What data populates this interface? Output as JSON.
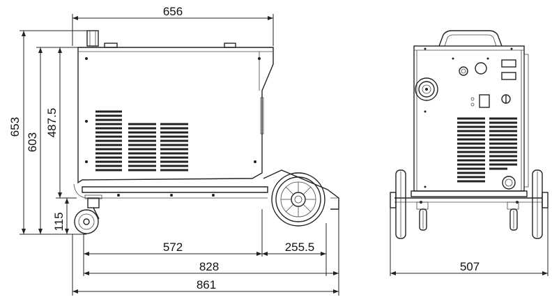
{
  "dimensions": {
    "overall_width": "656",
    "total_height": "653",
    "body_height": "603",
    "cabinet_height": "487.5",
    "base_height": "115",
    "wheelbase": "572",
    "wheel_offset": "255.5",
    "length_828": "828",
    "length_861": "861",
    "front_width": "507"
  }
}
